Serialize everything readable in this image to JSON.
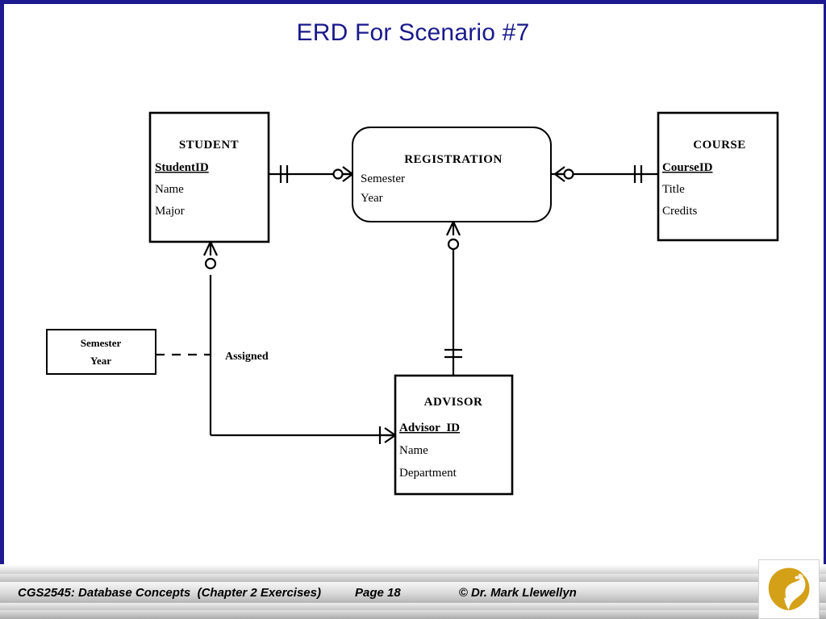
{
  "slide": {
    "title": "ERD For Scenario #7",
    "title_color": "#1a1a8c",
    "border_color": "#1b1b8f",
    "background": "#ffffff"
  },
  "diagram": {
    "type": "entity-relationship-diagram",
    "notation": "crow's foot",
    "entities": [
      {
        "id": "student",
        "name": "STUDENT",
        "shape": "rectangle",
        "primary_key": "StudentID",
        "attributes": [
          "StudentID",
          "Name",
          "Major"
        ]
      },
      {
        "id": "registration",
        "name": "REGISTRATION",
        "shape": "rounded-rectangle",
        "primary_key": "",
        "attributes": [
          "Semester",
          "Year"
        ]
      },
      {
        "id": "course",
        "name": "COURSE",
        "shape": "rectangle",
        "primary_key": "CourseID",
        "attributes": [
          "CourseID",
          "Title",
          "Credits"
        ]
      },
      {
        "id": "advisor",
        "name": "ADVISOR",
        "shape": "rectangle",
        "primary_key": "Advisor_ID",
        "attributes": [
          "Advisor_ID",
          "Name",
          "Department"
        ]
      }
    ],
    "note_box": {
      "id": "semester-year-note",
      "line1": "Semester",
      "line2": "Year"
    },
    "relationship_labels": [
      {
        "id": "assigned",
        "text": "Assigned"
      }
    ],
    "connections": [
      {
        "from": "student",
        "to": "registration",
        "from_card": "one-and-only-one",
        "to_card": "zero-or-many"
      },
      {
        "from": "registration",
        "to": "course",
        "from_card": "zero-or-many",
        "to_card": "one-and-only-one"
      },
      {
        "from": "student",
        "to": "advisor",
        "from_card": "zero-or-many",
        "to_card": "one-and-only-one"
      },
      {
        "from": "registration",
        "to": "advisor",
        "from_card": "zero-or-many",
        "to_card": "one-and-only-one"
      }
    ]
  },
  "footer": {
    "course": "CGS2545: Database Concepts  (Chapter 2 Exercises)",
    "page": "Page 18",
    "copyright": "© Dr. Mark Llewellyn",
    "logo": "ucf-pegasus-logo",
    "logo_color": "#d4a017"
  }
}
